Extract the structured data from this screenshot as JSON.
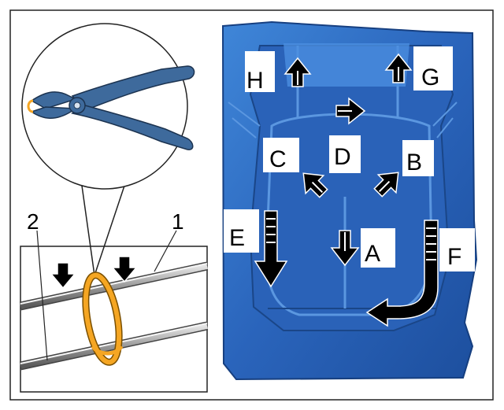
{
  "left_panel": {
    "callouts": [
      "1",
      "2"
    ]
  },
  "right_panel": {
    "labels": {
      "A": "A",
      "B": "B",
      "C": "C",
      "D": "D",
      "E": "E",
      "F": "F",
      "G": "G",
      "H": "H"
    }
  },
  "colors": {
    "seat_blue": "#2f6fc4",
    "tool_blue": "#3e6a9c",
    "ring_orange": "#f5a623",
    "arrow_black": "#000000"
  }
}
